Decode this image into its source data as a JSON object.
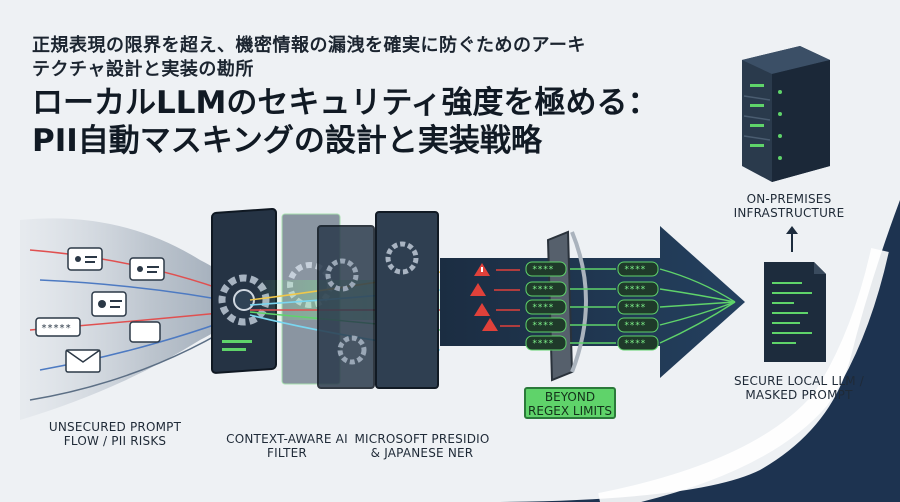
{
  "header": {
    "kicker": "正規表現の限界を超え、機密情報の漏洩を確実に防ぐためのアーキテクチャ設計と実装の勘所",
    "title": "ローカルLLMのセキュリティ強度を極める：PII自動マスキングの設計と実装戦略"
  },
  "stages": {
    "input_label": "UNSECURED PROMPT FLOW / PII RISKS",
    "filter_label": "CONTEXT-AWARE AI FILTER",
    "presidio_label": "MICROSOFT PRESIDIO & JAPANESE NER",
    "regex_badge": "BEYOND REGEX LIMITS",
    "output_label": "SECURE LOCAL LLM / MASKED PROMPT",
    "infra_label": "ON-PREMISES INFRASTRUCTURE"
  },
  "masked_token": "****",
  "colors": {
    "navy": "#1d3350",
    "dark_panel": "#233142",
    "accent_green": "#5fd36a",
    "warning_red": "#e0413a",
    "background": "#eef1f4"
  }
}
